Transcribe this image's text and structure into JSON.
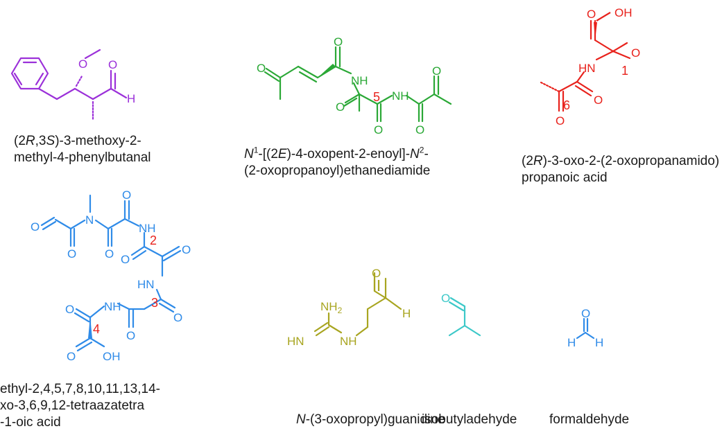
{
  "colors": {
    "purple": "#9b30d9",
    "green": "#2aa836",
    "red": "#e8221c",
    "blue": "#2f8be8",
    "olive": "#a8a520",
    "teal": "#3cc8c8",
    "number_red": "#e8221c"
  },
  "mol_a": {
    "label_line1_prefix": "(2",
    "label_line1_r": "R",
    "label_line1_mid": ",3",
    "label_line1_s": "S",
    "label_line1_suffix": ")-3-methoxy-2-",
    "label_line2": "methyl-4-phenylbutanal",
    "atom_o1": "O",
    "atom_o2": "O",
    "atom_h": "H"
  },
  "mol_b": {
    "label_line1_n1": "N",
    "label_line1_sup1": "1",
    "label_line1_mid": "-[(2",
    "label_line1_e": "E",
    "label_line1_mid2": ")-4-oxopent-2-enoyl]-",
    "label_line1_n2": "N",
    "label_line1_sup2": "2",
    "label_line1_end": "-",
    "label_line2": "(2-oxopropanoyl)ethanediamide",
    "atom_o1": "O",
    "atom_o2": "O",
    "atom_nh1": "NH",
    "atom_o3": "O",
    "atom_o4": "O",
    "atom_nh2": "NH",
    "atom_o5": "O",
    "atom_o6": "O",
    "num": "5"
  },
  "mol_c": {
    "label_line1_prefix": "(2",
    "label_line1_r": "R",
    "label_line1_suffix": ")-3-oxo-2-(2-oxopropanamido)",
    "label_line2": "propanoic acid",
    "atom_o": "O",
    "atom_oh": "OH",
    "atom_hn": "HN",
    "atom_o2": "O",
    "atom_o3": "O",
    "atom_o4": "O",
    "num1": "1",
    "num6": "6"
  },
  "mol_d": {
    "label_line1": "ethyl-2,4,5,7,8,10,11,13,14-",
    "label_line2": "xo-3,6,9,12-tetraazatetra",
    "label_line3": "-1-oic acid",
    "atom_o1": "O",
    "atom_n": "N",
    "atom_o2": "O",
    "atom_o3": "O",
    "atom_nh1": "NH",
    "atom_o4": "O",
    "atom_o5": "O",
    "atom_hn": "HN",
    "atom_o6": "O",
    "atom_nh2": "NH",
    "atom_o7": "O",
    "atom_o8": "O",
    "atom_oh": "OH",
    "num2": "2",
    "num3": "3",
    "num4": "4"
  },
  "mol_e": {
    "label_prefix": "N",
    "label_suffix": "-(3-oxopropyl)guanidine",
    "atom_nh2": "NH",
    "atom_nh2_sub": "2",
    "atom_hn": "HN",
    "atom_nh": "NH",
    "atom_o": "O",
    "atom_h": "H"
  },
  "mol_f": {
    "label": "isobutyladehyde",
    "atom_o": "O"
  },
  "mol_g": {
    "label": "formaldehyde",
    "atom_o": "O",
    "atom_h1": "H",
    "atom_h2": "H"
  }
}
